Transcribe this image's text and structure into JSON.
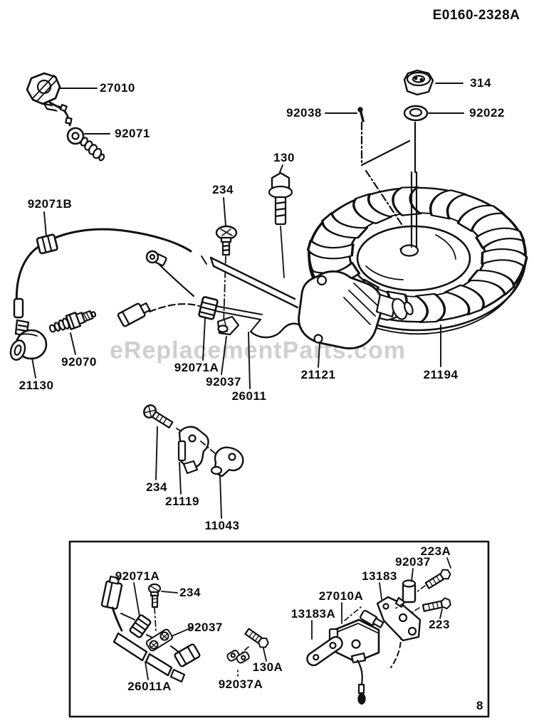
{
  "title": "E0160-2328A",
  "watermark": "eReplacementParts.com",
  "page_number": "8",
  "labels": {
    "l27010": "27010",
    "l92071": "92071",
    "l314": "314",
    "l92038": "92038",
    "l92022": "92022",
    "l130": "130",
    "l234": "234",
    "l92071b": "92071B",
    "l92070": "92070",
    "l21130": "21130",
    "l92071a": "92071A",
    "l92037": "92037",
    "l26011": "26011",
    "l21121": "21121",
    "l21194": "21194",
    "l234b": "234",
    "l21119": "21119",
    "l11043": "11043",
    "i92071a": "92071A",
    "i234": "234",
    "i92037": "92037",
    "i26011a": "26011A",
    "i92037a": "92037A",
    "i130a": "130A",
    "i13183a": "13183A",
    "i27010a": "27010A",
    "i13183": "13183",
    "i92037r": "92037",
    "i223a": "223A",
    "i223": "223"
  }
}
